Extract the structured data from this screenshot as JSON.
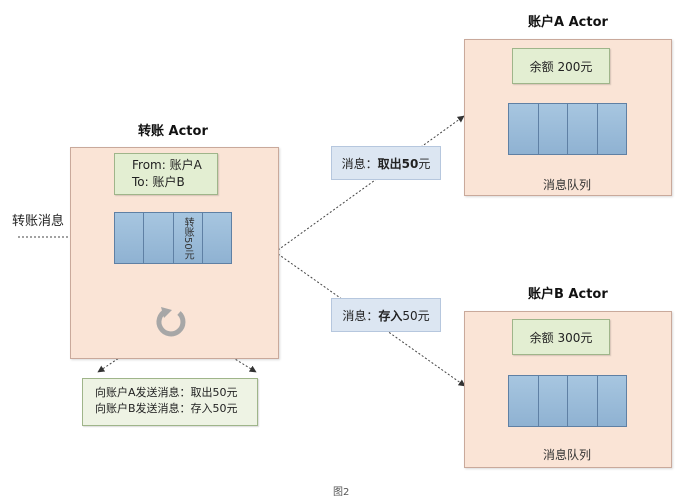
{
  "transfer_actor": {
    "title": "转账 Actor",
    "from_line": "From: 账户A",
    "to_line": "To: 账户B",
    "queue_message": "转账50元",
    "input_label": "转账消息",
    "send_line_a": "向账户A发送消息：取出50元",
    "send_line_b": "向账户B发送消息：存入50元"
  },
  "message_a": {
    "prefix": "消息：",
    "action": "取出50",
    "suffix": "元"
  },
  "message_b": {
    "prefix": "消息：",
    "action": "存入",
    "suffix": "50元"
  },
  "account_a": {
    "title": "账户A Actor",
    "balance": "余额 200元",
    "queue_label": "消息队列"
  },
  "account_b": {
    "title": "账户B Actor",
    "balance": "余额 300元",
    "queue_label": "消息队列"
  },
  "footer": {
    "caption": "图2"
  },
  "colors": {
    "actor_fill": "#fae4d6",
    "green_fill": "#e3eed2",
    "queue_cell": "#9dbcd9",
    "message_fill": "#dce6f2",
    "arrow": "#333333"
  },
  "icons": {
    "loop": "circular-arrow-icon"
  }
}
